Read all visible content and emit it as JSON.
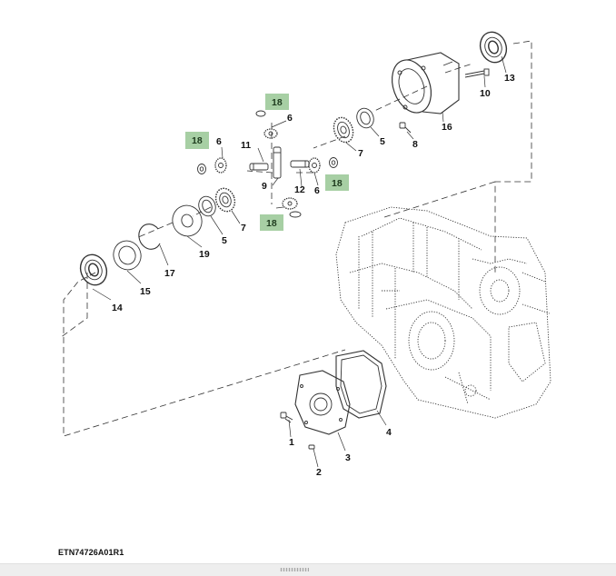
{
  "diagram": {
    "code": "ETN74726A01R1",
    "callouts": [
      "1",
      "2",
      "3",
      "4",
      "5",
      "5",
      "6",
      "6",
      "6",
      "7",
      "7",
      "8",
      "9",
      "10",
      "11",
      "12",
      "13",
      "14",
      "15",
      "16",
      "17",
      "19"
    ],
    "highlighted_callouts": [
      "18",
      "18",
      "18",
      "18"
    ],
    "highlight_color": "#a7cfa4",
    "line_color": "#333333"
  },
  "viewer": {
    "handle_icon": "drag-handle-icon",
    "background": "#eeeeee"
  }
}
